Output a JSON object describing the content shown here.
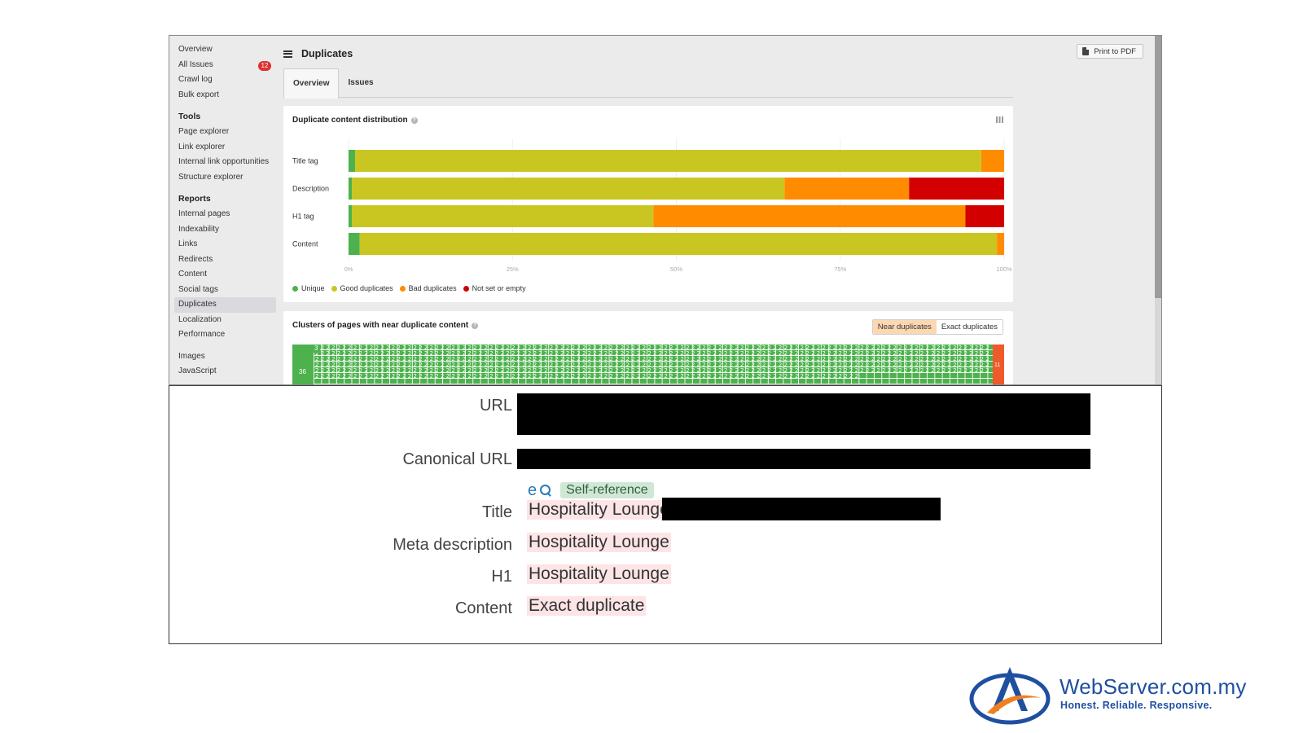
{
  "sidebar": {
    "top_items": [
      {
        "label": "Overview"
      },
      {
        "label": "All Issues",
        "badge": "12"
      },
      {
        "label": "Crawl log"
      },
      {
        "label": "Bulk export"
      }
    ],
    "tools_heading": "Tools",
    "tools": [
      {
        "label": "Page explorer"
      },
      {
        "label": "Link explorer"
      },
      {
        "label": "Internal link opportunities"
      },
      {
        "label": "Structure explorer"
      }
    ],
    "reports_heading": "Reports",
    "reports": [
      {
        "label": "Internal pages"
      },
      {
        "label": "Indexability"
      },
      {
        "label": "Links"
      },
      {
        "label": "Redirects"
      },
      {
        "label": "Content"
      },
      {
        "label": "Social tags"
      },
      {
        "label": "Duplicates",
        "active": true
      },
      {
        "label": "Localization"
      },
      {
        "label": "Performance"
      }
    ],
    "extra": [
      {
        "label": "Images"
      },
      {
        "label": "JavaScript"
      }
    ]
  },
  "header": {
    "title": "Duplicates",
    "print_label": "Print to PDF",
    "menu_icon": "hamburger-icon",
    "print_icon": "pdf-file-icon"
  },
  "tabs": [
    {
      "label": "Overview",
      "active": true
    },
    {
      "label": "Issues",
      "active": false
    }
  ],
  "distribution_card": {
    "title": "Duplicate content distribution"
  },
  "chart_data": {
    "type": "bar",
    "orientation": "horizontal",
    "stacked": true,
    "percent": true,
    "title": "Duplicate content distribution",
    "categories": [
      "Title tag",
      "Description",
      "H1 tag",
      "Content"
    ],
    "series": [
      {
        "name": "Unique",
        "color": "#4db24d",
        "values": [
          1,
          0.5,
          0.5,
          1.7
        ]
      },
      {
        "name": "Good duplicates",
        "color": "#c9c622",
        "values": [
          95.5,
          66,
          46,
          97.2
        ]
      },
      {
        "name": "Bad duplicates",
        "color": "#ff8c00",
        "values": [
          3.5,
          19,
          47.6,
          1.1
        ]
      },
      {
        "name": "Not set or empty",
        "color": "#d30000",
        "values": [
          0,
          14.5,
          5.9,
          0
        ]
      }
    ],
    "xticks": [
      "0%",
      "25%",
      "50%",
      "75%",
      "100%"
    ],
    "xlim": [
      0,
      100
    ],
    "grid": true,
    "legend": "bottom-left"
  },
  "clusters_card": {
    "title": "Clusters of pages with near duplicate content",
    "toggle": [
      {
        "label": "Near duplicates",
        "active": true
      },
      {
        "label": "Exact duplicates",
        "active": false
      }
    ],
    "big_cluster": "36",
    "three_cluster": "3",
    "cell_value": "2",
    "red_cluster": "11",
    "colors": {
      "cluster": "#4db24d",
      "last": "#ef5a2a"
    }
  },
  "details": {
    "url_label": "URL",
    "canonical_label": "Canonical URL",
    "self_reference": "Self-reference",
    "title_label": "Title",
    "title_value": "Hospitality Lounge",
    "meta_label": "Meta description",
    "meta_value": "Hospitality Lounge",
    "h1_label": "H1",
    "h1_value": "Hospitality Lounge",
    "content_label": "Content",
    "content_value": "Exact duplicate",
    "icons": [
      "e-icon",
      "search-icon"
    ]
  },
  "logo": {
    "name": "WebServer.com.my",
    "tagline": "Honest. Reliable. Responsive.",
    "color": "#1f4fa0",
    "accent": "#f07f1e"
  }
}
